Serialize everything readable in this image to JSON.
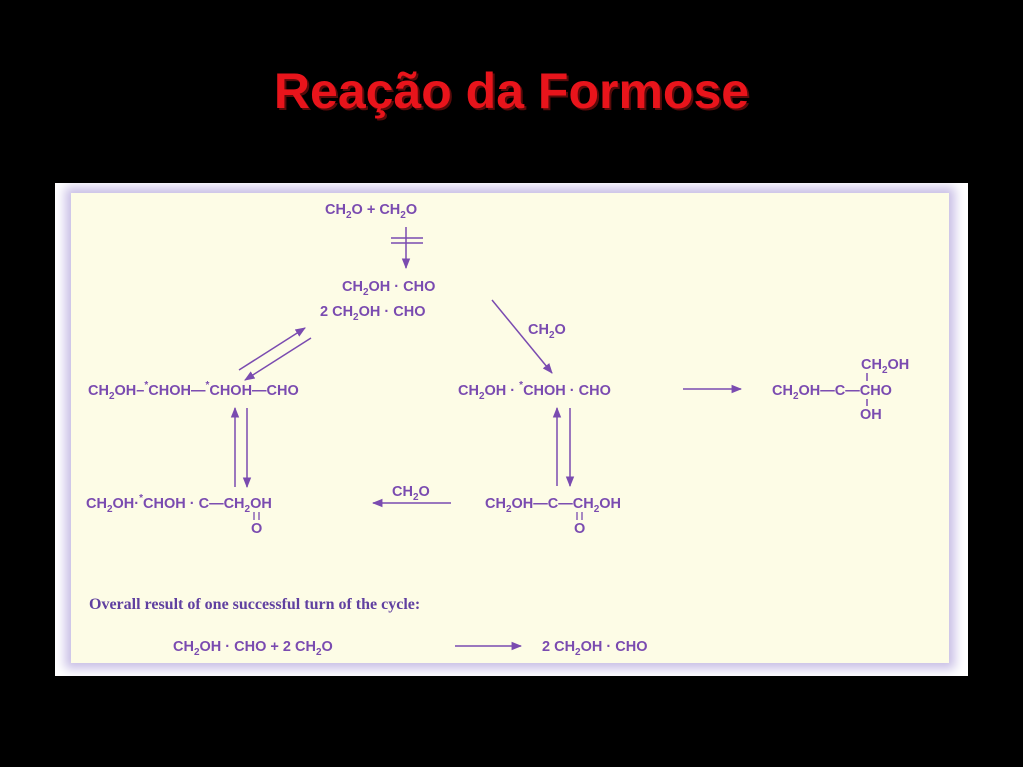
{
  "slide": {
    "title": "Reação da Formose"
  },
  "colors": {
    "background": "#000000",
    "title": "#e8141b",
    "panel": "#fdfce6",
    "ink": "#7a4bb0"
  },
  "scheme": {
    "top_reactants": "CH2O + CH2O",
    "glycolaldehyde": "CH2OH · CHO",
    "two_glycolaldehyde": "2 CH2OH · CHO",
    "added_formaldehyde": "CH2O",
    "tetrose_aldose": "CH2OH–*CHOH–*CHOH–CHO",
    "glyceraldehyde": "CH2OH · *CHOH · CHO",
    "branched_product_top": "CH2OH",
    "branched_product_main": "CH2OH–C–CHO",
    "branched_product_bottom": "OH",
    "tetrose_ketose": "CH2OH · *CHOH · C–CH2OH",
    "dihydroxyacetone": "CH2OH–C–CH2OH",
    "carbonyl_oxygen": "O",
    "overall_caption": "Overall result of one successful turn of the cycle:",
    "overall_equation": "CH2OH · CHO + 2 CH2O → 2 CH2OH · CHO"
  }
}
